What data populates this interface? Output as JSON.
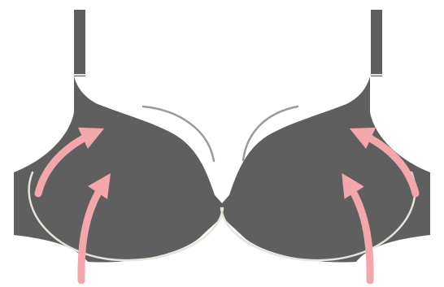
{
  "illustration": {
    "colors": {
      "background": "#ffffff",
      "garment_fill": "#5f5f5f",
      "underwire_line": "#e9e3dc",
      "highlight_arc": "#9a9a9a",
      "arrow_color": "#f3a7aa"
    },
    "icons": [
      "bra-silhouette",
      "underwire-left",
      "underwire-right",
      "uplift-arrow-left-outer",
      "uplift-arrow-left-inner",
      "uplift-arrow-right-outer",
      "uplift-arrow-right-inner"
    ]
  }
}
